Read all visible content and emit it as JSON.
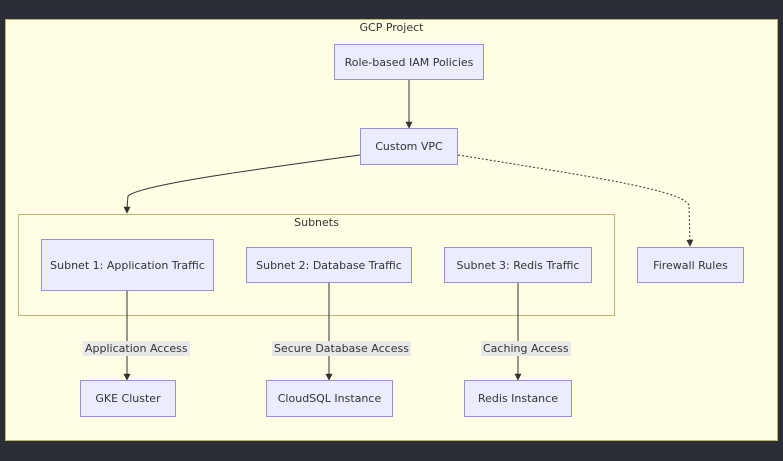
{
  "clusters": {
    "project": "GCP Project",
    "subnets": "Subnets"
  },
  "nodes": {
    "iam": "Role-based IAM Policies",
    "vpc": "Custom VPC",
    "subnet1": "Subnet 1: Application Traffic",
    "subnet2": "Subnet 2: Database Traffic",
    "subnet3": "Subnet 3: Redis Traffic",
    "firewall": "Firewall Rules",
    "gke": "GKE Cluster",
    "cloudsql": "CloudSQL Instance",
    "redis": "Redis Instance"
  },
  "edges": {
    "app_access": "Application Access",
    "db_access": "Secure Database Access",
    "cache_access": "Caching Access"
  },
  "colors": {
    "background": "#2b2d37",
    "cluster_fill": "#fffde3",
    "cluster_border": "#b9b96a",
    "node_fill": "#ececff",
    "node_border": "#9a8fd8",
    "edge": "#333333"
  }
}
